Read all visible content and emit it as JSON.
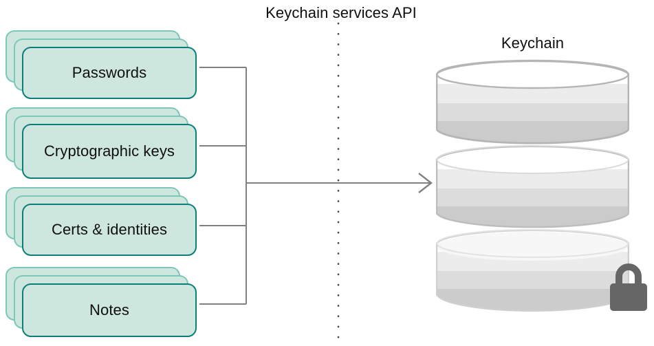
{
  "diagram": {
    "title": "Keychain services API",
    "destination_label": "Keychain",
    "accent_card_border": "#0d7c7b",
    "accent_card_fill": "#cde7df",
    "accent_card_back_border": "#7cc6ba",
    "wire_color": "#808080",
    "cylinder_color": "#d4d4d4",
    "lock_color": "#666666",
    "items": [
      {
        "label": "Passwords",
        "stack_count": 3
      },
      {
        "label": "Cryptographic keys",
        "stack_count": 3
      },
      {
        "label": "Certs & identities",
        "stack_count": 3
      },
      {
        "label": "Notes",
        "stack_count": 3
      }
    ],
    "database_segments": [
      {
        "name": "keychain-segment-top"
      },
      {
        "name": "keychain-segment-middle"
      },
      {
        "name": "keychain-segment-bottom"
      }
    ],
    "divider": {
      "style": "dotted",
      "orientation": "vertical"
    },
    "flow_arrow": {
      "direction": "right"
    }
  }
}
